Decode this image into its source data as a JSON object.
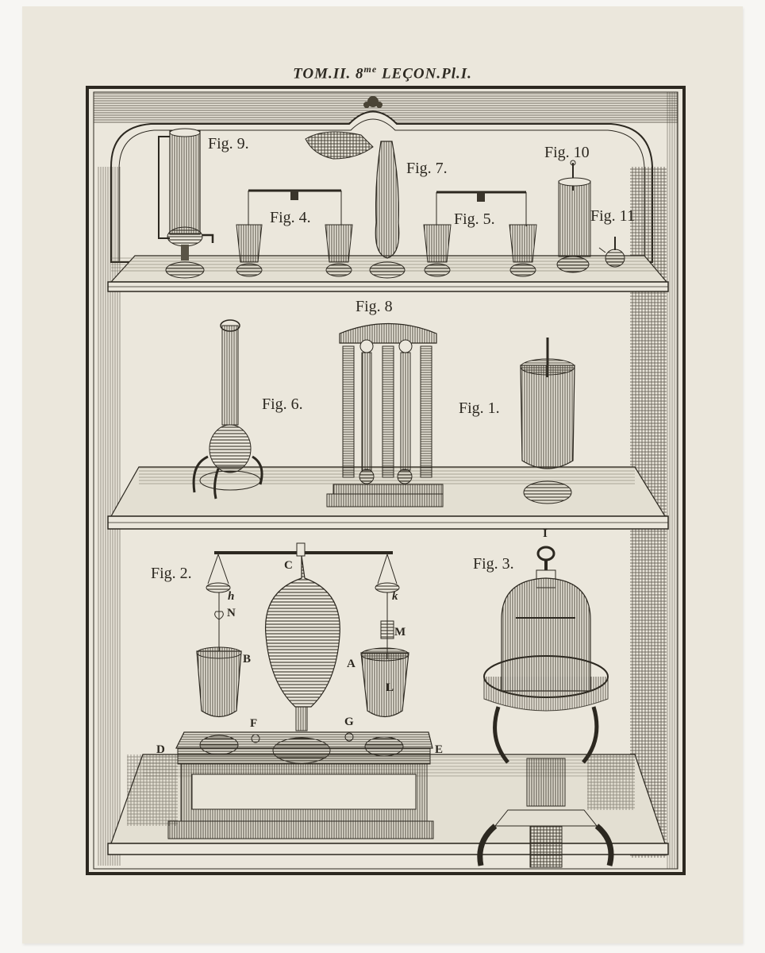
{
  "plate": {
    "title_prefix": "TOM.II. 8",
    "title_sup": "me",
    "title_suffix": " LEÇON.Pl.I.",
    "paper_color": "#ebe7dc",
    "ink_color": "#2c2820",
    "margin_color": "#f7f6f3"
  },
  "shelves": {
    "top": {
      "figures": [
        {
          "id": "fig9",
          "label": "Fig. 9.",
          "subject": "tall cylinder with tap"
        },
        {
          "id": "fig4",
          "label": "Fig. 4.",
          "subject": "balance with two goblets"
        },
        {
          "id": "fig7",
          "label": "Fig. 7.",
          "subject": "hand holding elongated vessel"
        },
        {
          "id": "fig5",
          "label": "Fig. 5.",
          "subject": "balance with two goblets"
        },
        {
          "id": "fig10",
          "label": "Fig. 10",
          "subject": "cylinder with rod"
        },
        {
          "id": "fig11",
          "label": "Fig. 11",
          "subject": "small flask"
        }
      ]
    },
    "middle": {
      "figures": [
        {
          "id": "fig6",
          "label": "Fig. 6.",
          "subject": "column vessel on tripod"
        },
        {
          "id": "fig8",
          "label": "Fig. 8",
          "subject": "arched frame with tubes"
        },
        {
          "id": "fig1",
          "label": "Fig. 1.",
          "subject": "cylindrical jar with rod"
        }
      ]
    },
    "bottom": {
      "figures": [
        {
          "id": "fig2",
          "label": "Fig. 2.",
          "subject": "balance over box with goblets and bulb",
          "letters": [
            "C",
            "h",
            "N",
            "B",
            "k",
            "M",
            "A",
            "L",
            "F",
            "G",
            "D",
            "E"
          ]
        },
        {
          "id": "fig3",
          "label": "Fig. 3.",
          "subject": "bell jar on ornamental stand",
          "letters": [
            "I"
          ]
        }
      ]
    }
  }
}
